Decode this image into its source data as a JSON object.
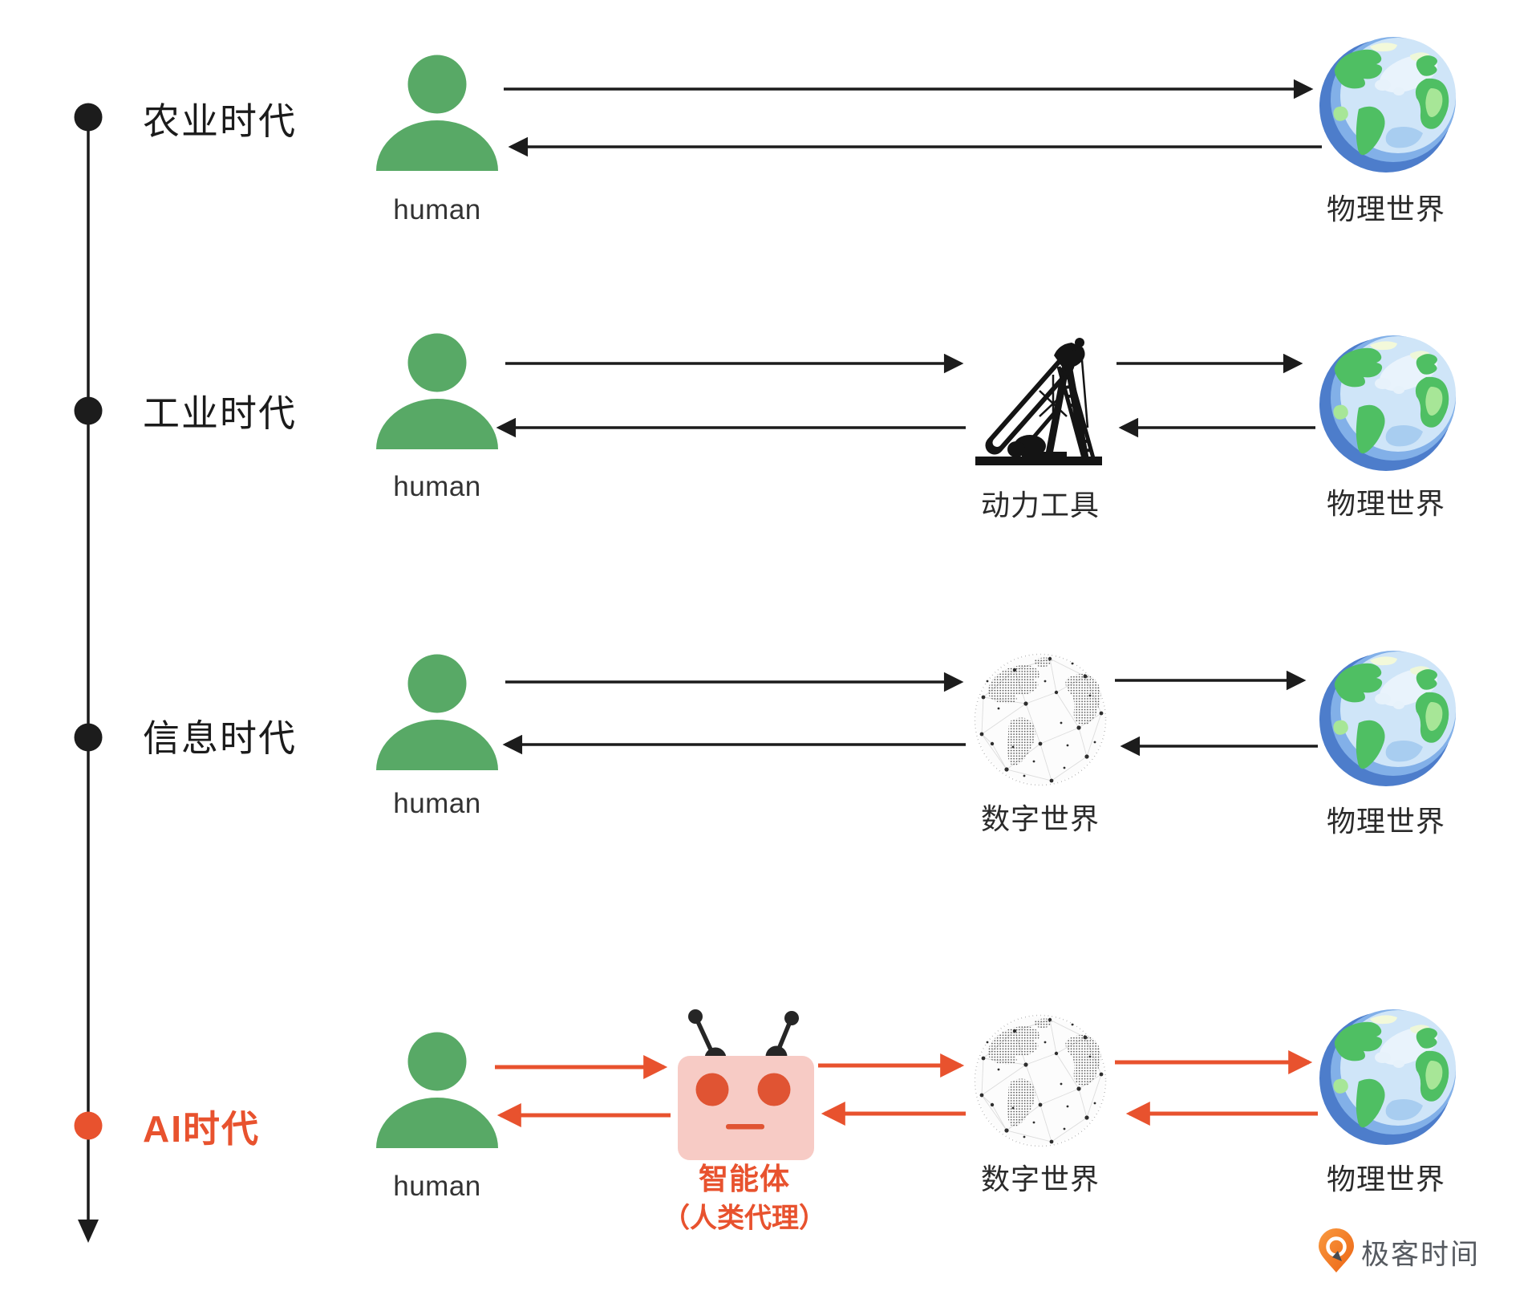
{
  "colors": {
    "background": "#ffffff",
    "timeline_black": "#1c1c1c",
    "accent_red": "#e8522e",
    "human_green": "#58a966",
    "robot_pink": "#f7cbc5",
    "robot_eye_red": "#e05433",
    "earth_blue": "#4d7dcb",
    "earth_green": "#4fbf63",
    "label_dark": "#2a2a2a",
    "logo_orange": "#ee7c1e",
    "logo_text_gray": "#565a60"
  },
  "timeline": {
    "direction": "top-to-bottom-arrow",
    "eras": [
      {
        "id": "agricultural",
        "label": "农业时代"
      },
      {
        "id": "industrial",
        "label": "工业时代"
      },
      {
        "id": "information",
        "label": "信息时代"
      },
      {
        "id": "ai",
        "label": "AI时代"
      }
    ]
  },
  "rows": [
    {
      "era": "农业时代",
      "nodes": [
        {
          "id": "human",
          "label": "human"
        },
        {
          "id": "physical-world",
          "label": "物理世界"
        }
      ],
      "flows": [
        "human → 物理世界",
        "物理世界 → human"
      ]
    },
    {
      "era": "工业时代",
      "nodes": [
        {
          "id": "human",
          "label": "human"
        },
        {
          "id": "power-tool",
          "label": "动力工具"
        },
        {
          "id": "physical-world",
          "label": "物理世界"
        }
      ],
      "flows": [
        "human → 动力工具",
        "动力工具 → human",
        "动力工具 → 物理世界",
        "物理世界 → 动力工具"
      ]
    },
    {
      "era": "信息时代",
      "nodes": [
        {
          "id": "human",
          "label": "human"
        },
        {
          "id": "digital-world",
          "label": "数字世界"
        },
        {
          "id": "physical-world",
          "label": "物理世界"
        }
      ],
      "flows": [
        "human → 数字世界",
        "数字世界 → human",
        "数字世界 → 物理世界",
        "物理世界 → 数字世界"
      ]
    },
    {
      "era": "AI时代",
      "nodes": [
        {
          "id": "human",
          "label": "human"
        },
        {
          "id": "agent",
          "label": "智能体",
          "sublabel": "（人类代理）"
        },
        {
          "id": "digital-world",
          "label": "数字世界"
        },
        {
          "id": "physical-world",
          "label": "物理世界"
        }
      ],
      "flows": [
        "human → 智能体",
        "智能体 → human",
        "智能体 → 数字世界",
        "数字世界 → 智能体",
        "数字世界 → 物理世界",
        "物理世界 → 数字世界"
      ]
    }
  ],
  "logo": {
    "text": "极客时间"
  }
}
